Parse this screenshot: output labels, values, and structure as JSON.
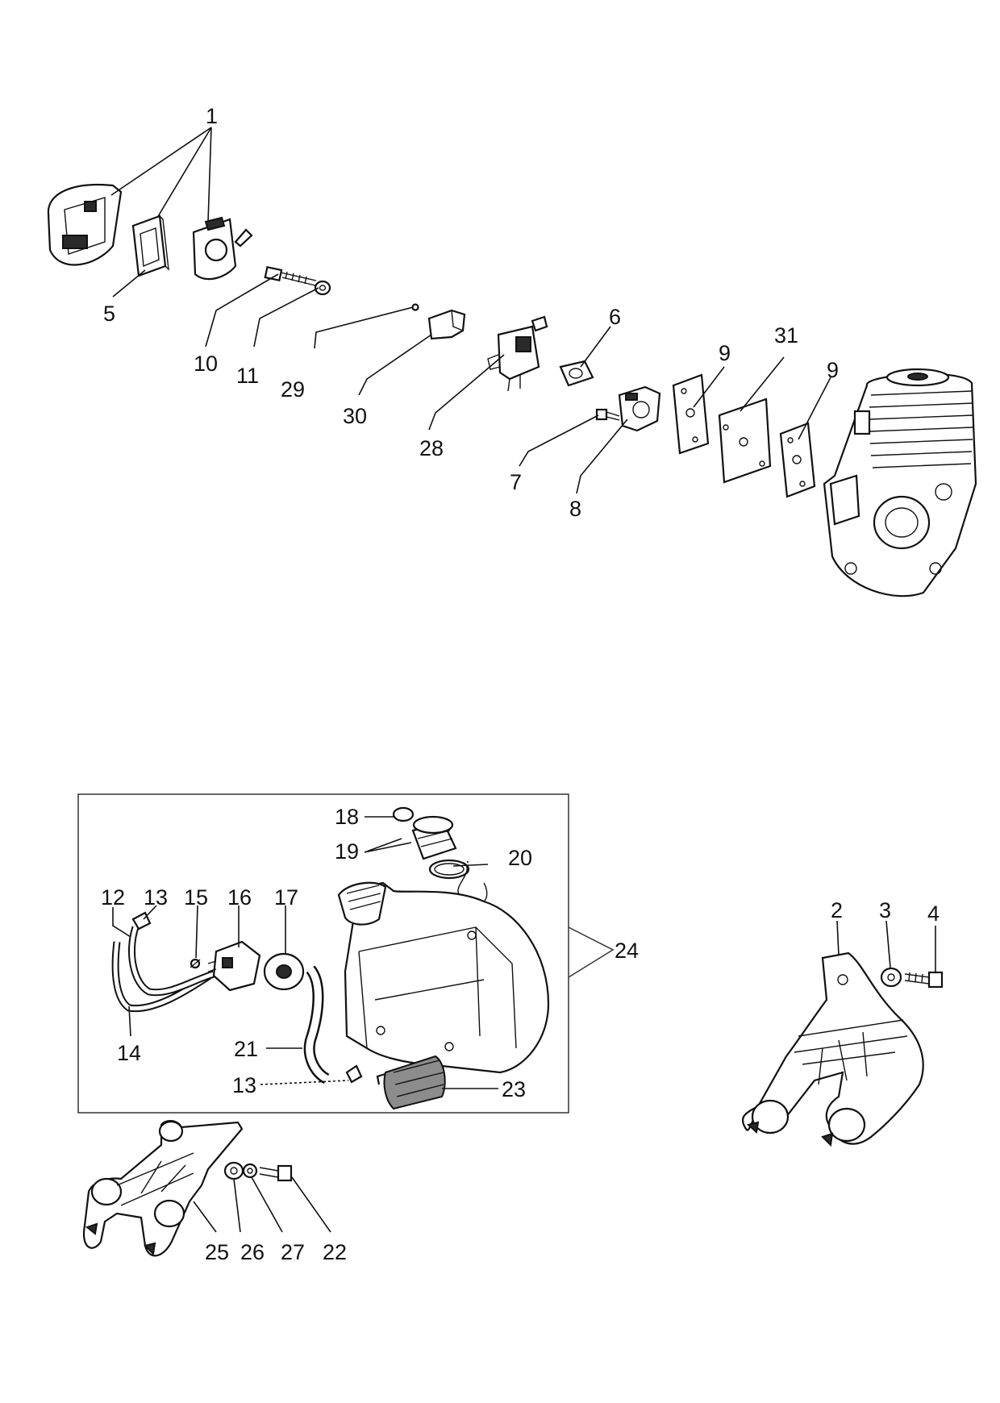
{
  "callouts": {
    "c1": "1",
    "c2": "2",
    "c3": "3",
    "c4": "4",
    "c5": "5",
    "c6": "6",
    "c7": "7",
    "c8": "8",
    "c9a": "9",
    "c9b": "9",
    "c10": "10",
    "c11": "11",
    "c12": "12",
    "c13a": "13",
    "c13b": "13",
    "c14": "14",
    "c15": "15",
    "c16": "16",
    "c17": "17",
    "c18": "18",
    "c19": "19",
    "c20": "20",
    "c21": "21",
    "c22": "22",
    "c23": "23",
    "c24": "24",
    "c25": "25",
    "c26": "26",
    "c27": "27",
    "c28": "28",
    "c29": "29",
    "c30": "30",
    "c31": "31"
  },
  "colors": {
    "ink": "#111111",
    "background": "#ffffff"
  }
}
